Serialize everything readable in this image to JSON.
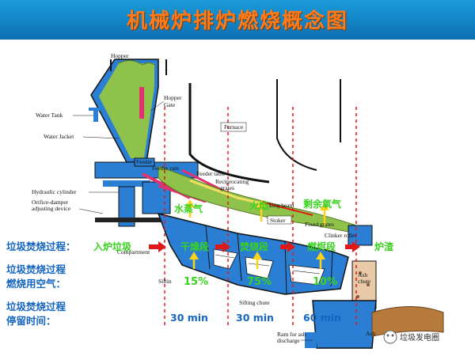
{
  "title": "机械炉排炉燃烧概念图",
  "equipment_labels": {
    "hopper": "Hopper",
    "hopper_gate": "Hopper\nGate",
    "water_tank": "Water Tank",
    "water_jacket": "Water Jacket",
    "furnace": "Furnace",
    "feeder": "Feeder",
    "feeder_ram": "Feeder ram",
    "feeder_table": "Feeder table",
    "reciprocating_grates": "Reciprocating\ngrates",
    "hydraulic_cylinder": "Hydraulic cylinder",
    "orifice_damper": "Orifice-damper\nadjusting device",
    "compartment": "Compartment",
    "stoker": "Stoker",
    "fixed_grates": "Fixed grates",
    "stoking_beam": "king beam",
    "clinker_roller": "Clinker roller",
    "sifting_chute": "Sifting chute",
    "sifting_chute_left": "Siftin",
    "ash_chute": "Ash\nchute",
    "ash": "Ash",
    "ram_for_ash": "Ram for ash\ndischarge"
  },
  "process_rows": {
    "row1_label": "垃圾焚烧过程：",
    "row2_label_line1": "垃圾焚烧过程",
    "row2_label_line2": "燃烧用空气：",
    "row3_label_line1": "垃圾焚烧过程",
    "row3_label_line2": "停留时间："
  },
  "stages": [
    "入炉垃圾",
    "干燥段",
    "焚烧段",
    "燃烬段",
    "炉渣"
  ],
  "gas_labels": [
    "水蒸气",
    "火焰",
    "剩余氧气"
  ],
  "air_percentages": [
    "15%",
    "75%",
    "10%"
  ],
  "residence_times": [
    "30 min",
    "30 min",
    "60 min"
  ],
  "watermark": "垃圾发电圈",
  "colors": {
    "title_bg": "#1a9bd8",
    "title_text": "#ff7a1a",
    "grate_blue": "#2a7fd4",
    "waste_green": "#8fc24a",
    "text_blue": "#1565c0",
    "text_green": "#39d21f",
    "arrow_red": "#e01818",
    "arrow_yellow": "#ffd21a"
  }
}
